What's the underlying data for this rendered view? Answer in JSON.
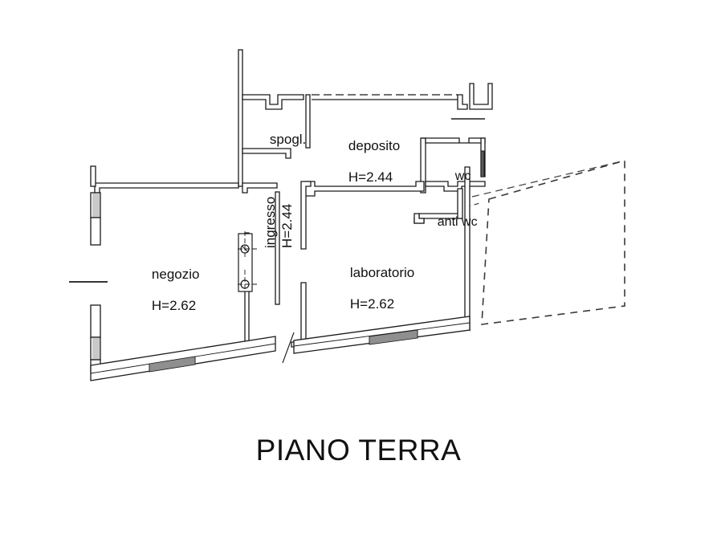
{
  "drawing": {
    "title": "PIANO TERRA",
    "type": "architectural-floor-plan",
    "background_color": "#ffffff",
    "line_color": "#1a1a1a",
    "wall_fill": "#ffffff",
    "hatch_color": "#888888"
  },
  "rooms": [
    {
      "id": "negozio",
      "name": "negozio",
      "height_label": "H=2.62",
      "height_value": 2.62,
      "unit": "m"
    },
    {
      "id": "ingresso",
      "name": "ingresso",
      "height_label": "H=2.44",
      "height_value": 2.44,
      "unit": "m",
      "orientation": "vertical"
    },
    {
      "id": "spogliatoio",
      "name": "spogl.",
      "height_label": "",
      "height_value": null,
      "unit": "m"
    },
    {
      "id": "deposito",
      "name": "deposito",
      "height_label": "H=2.44",
      "height_value": 2.44,
      "unit": "m"
    },
    {
      "id": "laboratorio",
      "name": "laboratorio",
      "height_label": "H=2.62",
      "height_value": 2.62,
      "unit": "m"
    },
    {
      "id": "wc",
      "name": "wc",
      "height_label": "",
      "height_value": null,
      "unit": "m"
    },
    {
      "id": "anti-wc",
      "name": "anti wc",
      "height_label": "",
      "height_value": null,
      "unit": "m"
    }
  ],
  "annotations": {
    "dashed_area_note": "outlined-in-dashed-line-adjacent-area",
    "door_swing_marks": 2,
    "window_openings": 4
  }
}
